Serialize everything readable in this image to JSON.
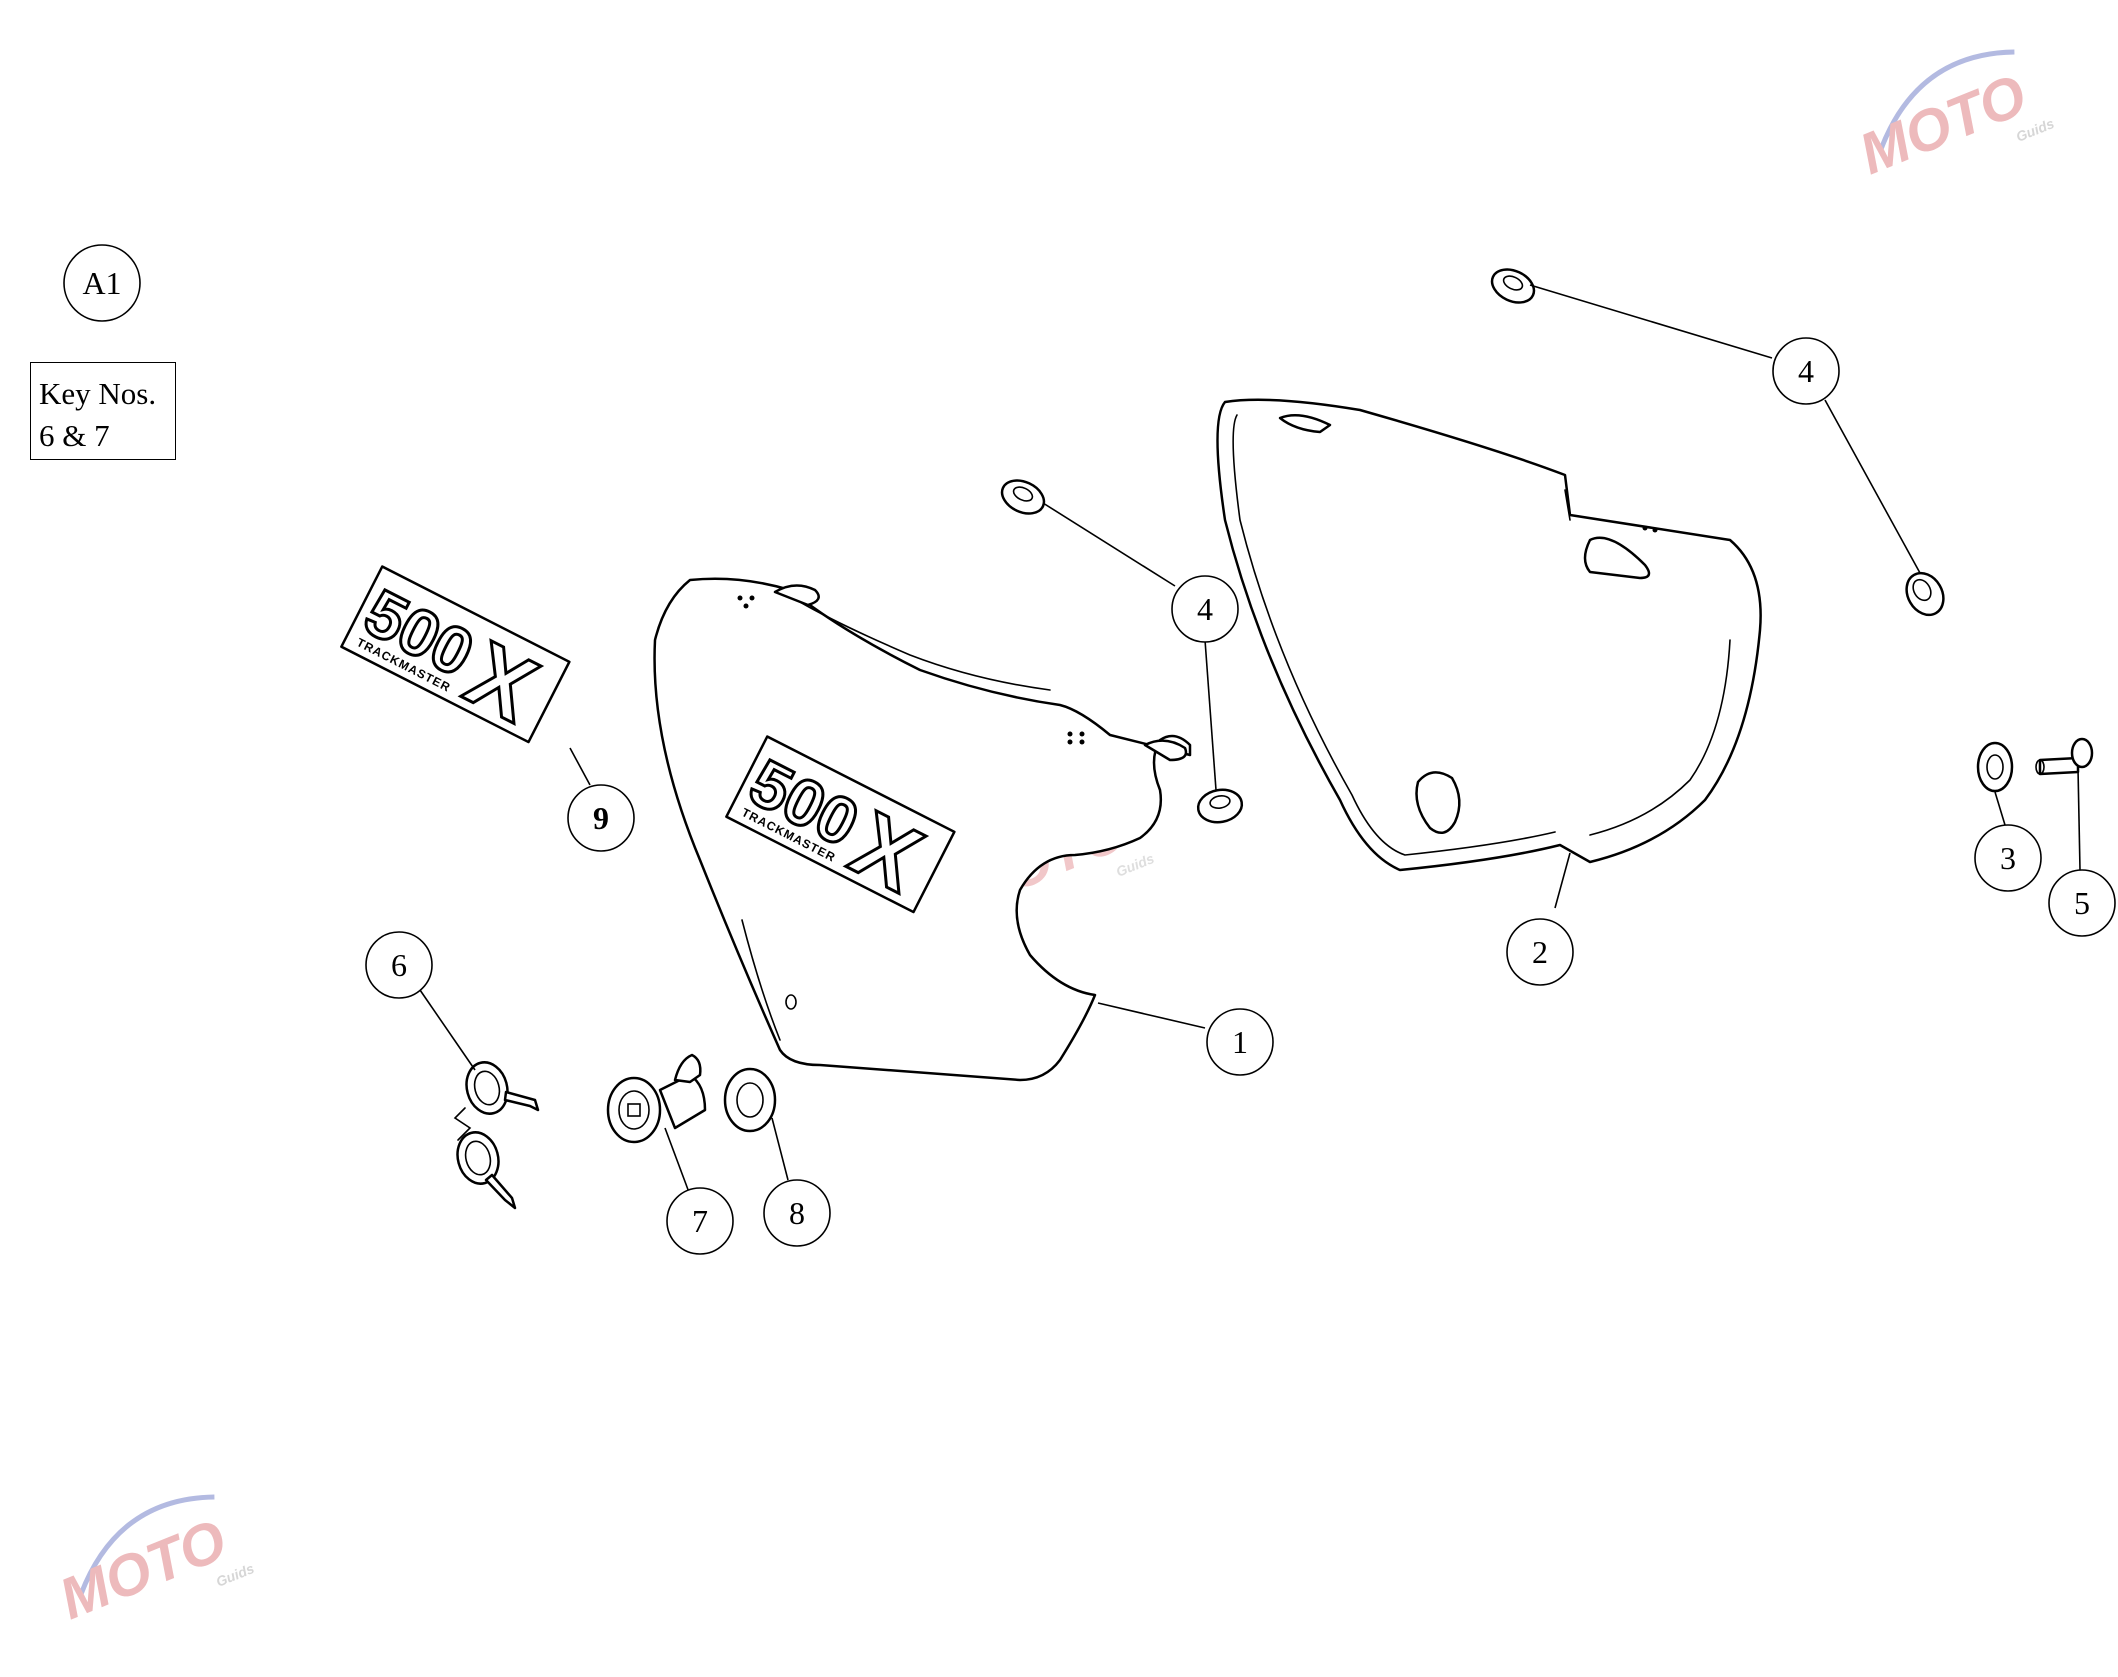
{
  "assembly_label": "A1",
  "key_note": {
    "line1": "Key Nos.",
    "line2": "6 & 7"
  },
  "callouts": [
    {
      "id": "c1",
      "label": "1"
    },
    {
      "id": "c2",
      "label": "2"
    },
    {
      "id": "c3",
      "label": "3"
    },
    {
      "id": "c4a",
      "label": "4"
    },
    {
      "id": "c4b",
      "label": "4"
    },
    {
      "id": "c5",
      "label": "5"
    },
    {
      "id": "c6",
      "label": "6"
    },
    {
      "id": "c7",
      "label": "7"
    },
    {
      "id": "c8",
      "label": "8"
    },
    {
      "id": "c9",
      "label": "9"
    }
  ],
  "decal": {
    "main": "500",
    "letter": "X",
    "sub": "TRACKMASTER"
  },
  "watermark": {
    "text": "MOTO",
    "sub": "Guids",
    "colors": {
      "red": "#e8a3a6",
      "blue": "#9aa3d8",
      "grey": "#c9c9c9"
    }
  }
}
